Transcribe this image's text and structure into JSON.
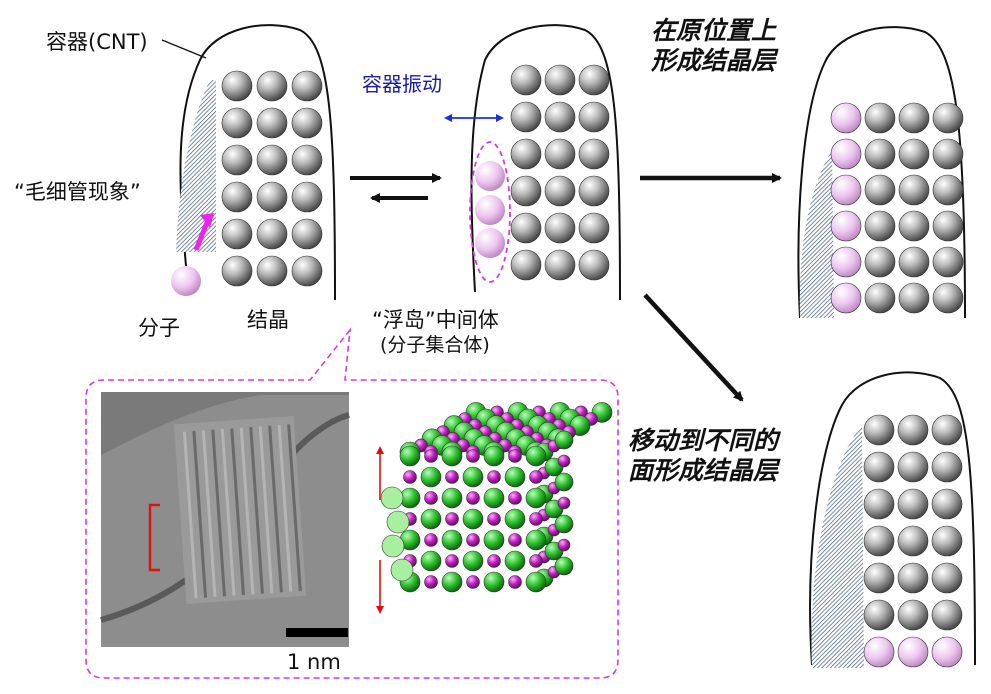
{
  "labels": {
    "container": "容器(CNT)",
    "capillary": "“毛细管现象”",
    "molecule": "分子",
    "crystal": "结晶",
    "vibration": "容器振动",
    "floating_island": "“浮岛”中间体",
    "molecule_assembly": "(分子集合体)",
    "in_place_line1": "在原位置上",
    "in_place_line2": "形成结晶层",
    "move_line1": "移动到不同的",
    "move_line2": "面形成结晶层",
    "scale_bar": "1 nm"
  },
  "colors": {
    "tube_line": "#111111",
    "hatch": "#3f5a78",
    "gray_sphere": "#8f8f8f",
    "pink_sphere": "#e9c3ec",
    "magenta_arrow": "#ee22ee",
    "blue_arrow": "#1f2fd8",
    "dashed_outline": "#d63cd6",
    "red_marker": "#e01010",
    "green_atom": "#2fc22f",
    "magenta_atom": "#c020c0"
  }
}
